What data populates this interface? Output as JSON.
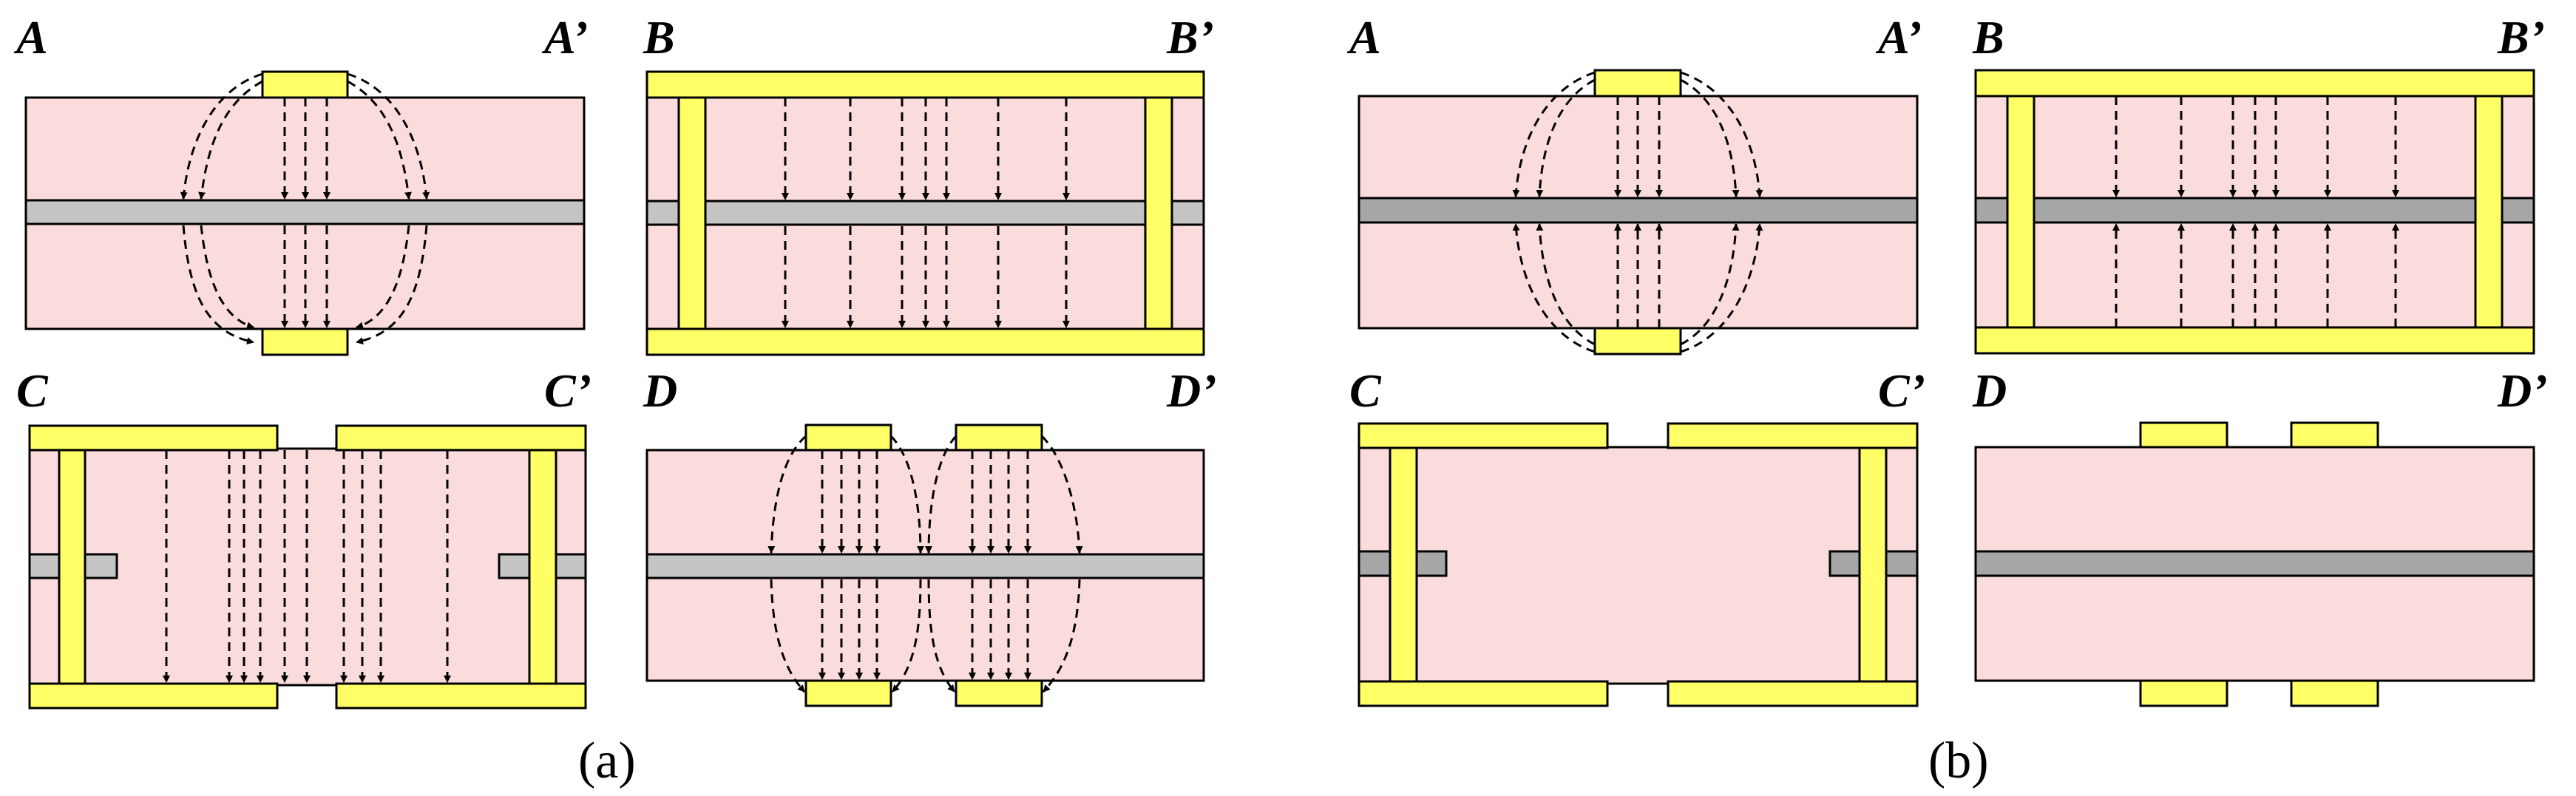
{
  "figure": {
    "panels": [
      {
        "caption": "(a)",
        "labels": {
          "A": "A",
          "A_prime": "A’",
          "B": "B",
          "B_prime": "B’",
          "C": "C",
          "C_prime": "C’",
          "D": "D",
          "D_prime": "D’"
        }
      },
      {
        "caption": "(b)",
        "labels": {
          "A": "A",
          "A_prime": "A’",
          "B": "B",
          "B_prime": "B’",
          "C": "C",
          "C_prime": "C’",
          "D": "D",
          "D_prime": "D’"
        }
      }
    ]
  },
  "colors": {
    "substrate": "#fbdcdc",
    "conductor": "#ffff66",
    "ground_plane_a": "#c4c4c4",
    "ground_plane_b": "#a6a6a6",
    "field_line": "#000000"
  }
}
